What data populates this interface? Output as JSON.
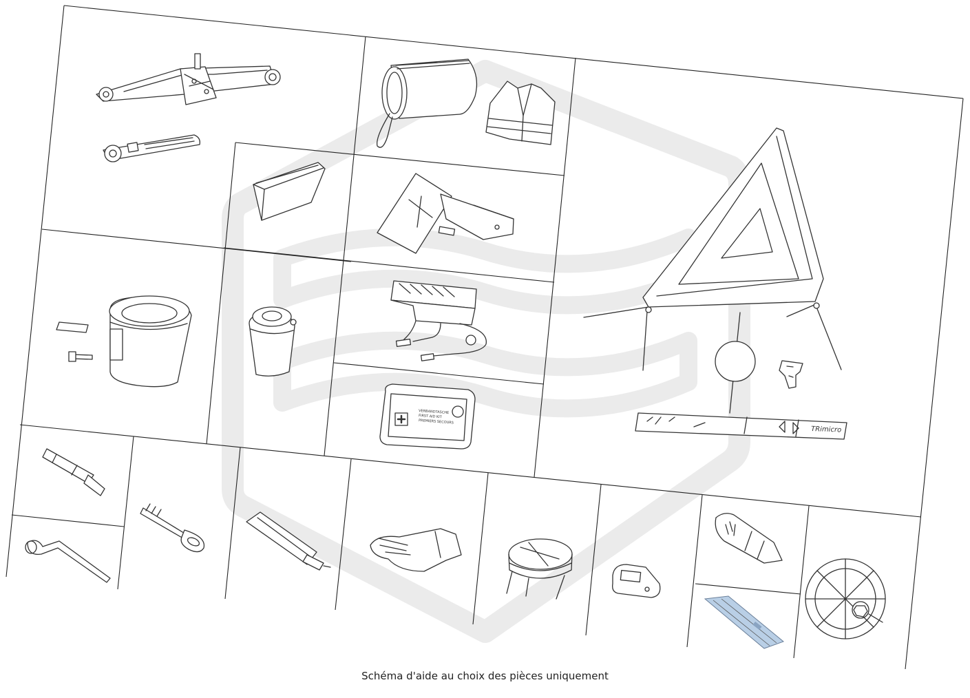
{
  "caption": "Schéma d'aide au choix des pièces uniquement",
  "warning_triangle": {
    "brand_label": "TRimicro"
  },
  "first_aid_kit": {
    "label_line_1": "VERBANDTASCHE",
    "label_line_2": "FIRST AID KIT",
    "label_line_3": "PREMIERS SECOURS"
  },
  "colors": {
    "line": "#333333",
    "watermark": "#ebebeb",
    "card_blue": "#b9cfe6"
  },
  "parts": [
    {
      "name": "scissor-jack",
      "icon": "scissor-jack-icon"
    },
    {
      "name": "jack-crank-handle",
      "icon": "crank-handle-icon"
    },
    {
      "name": "tyre-inflator-bag",
      "icon": "bag-icon"
    },
    {
      "name": "safety-vest",
      "icon": "vest-icon"
    },
    {
      "name": "tool-pouch",
      "icon": "pouch-icon"
    },
    {
      "name": "wheel-chocks",
      "icon": "wheel-chock-icon"
    },
    {
      "name": "warning-triangle",
      "icon": "warning-triangle-icon"
    },
    {
      "name": "spare-wheel-cup",
      "icon": "cup-icon"
    },
    {
      "name": "sealant-bottle",
      "icon": "bottle-icon"
    },
    {
      "name": "tyre-compressor",
      "icon": "compressor-icon"
    },
    {
      "name": "first-aid-kit",
      "icon": "first-aid-kit-icon"
    },
    {
      "name": "wheel-bolt-adapter",
      "icon": "bolt-adapter-icon"
    },
    {
      "name": "wheel-wrench",
      "icon": "wheel-wrench-icon"
    },
    {
      "name": "towing-eye",
      "icon": "towing-eye-icon"
    },
    {
      "name": "screwdriver-sleeve",
      "icon": "sleeve-icon"
    },
    {
      "name": "work-gloves",
      "icon": "glove-icon"
    },
    {
      "name": "tyre-seal-container",
      "icon": "container-icon"
    },
    {
      "name": "plastic-clip",
      "icon": "clip-icon"
    },
    {
      "name": "bulb-kit",
      "icon": "bulb-icon"
    },
    {
      "name": "fuse-card",
      "icon": "fuse-card-icon"
    },
    {
      "name": "spare-wheel-fixing",
      "icon": "wheel-fixing-icon"
    }
  ]
}
